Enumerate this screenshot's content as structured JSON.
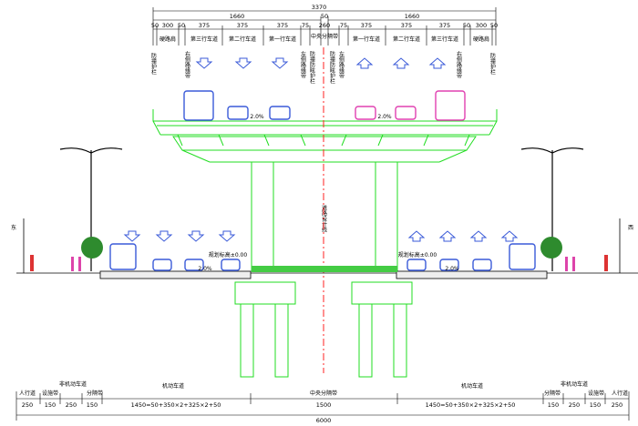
{
  "top_dims": {
    "total": "3370",
    "half_left": "1660",
    "center": "50",
    "half_right": "1660",
    "sub": [
      "50",
      "300",
      "50",
      "375",
      "375",
      "375",
      "75",
      "260",
      "75",
      "375",
      "375",
      "375",
      "50",
      "300",
      "50"
    ]
  },
  "upper_lanes": {
    "shoulder": "硬路肩",
    "lane3": "第三行车道",
    "lane2": "第二行车道",
    "lane1": "第一行车道",
    "median": "中央分隔带"
  },
  "vertical_labels": {
    "crash_barrier": "防撞护栏",
    "right_curb": "右侧路缘带",
    "left_curb": "左侧路缘带",
    "anti_glare": "防撞防眩护栏",
    "centerline": "道路设计线"
  },
  "slopes": {
    "upper": "2.0%",
    "ground": "2.0%"
  },
  "ground": {
    "east": "东",
    "west": "西",
    "elevation": "规划标高±0.00"
  },
  "bottom": {
    "sidewalk": "人行道",
    "facility": "设施带",
    "nonmotor": "非机动车道",
    "divider": "分隔带",
    "motor": "机动车道",
    "median": "中央分隔带",
    "dims": [
      "250",
      "150",
      "250",
      "150",
      "1450=50+350×2+325×2+50",
      "1500",
      "1450=50+350×2+325×2+50",
      "150",
      "250",
      "150",
      "250"
    ],
    "total": "6000"
  },
  "colors": {
    "structure": "#22dd22",
    "centerline": "#ff2020",
    "traffic_blue": "#3a5ad8",
    "traffic_magenta": "#e040b0"
  }
}
